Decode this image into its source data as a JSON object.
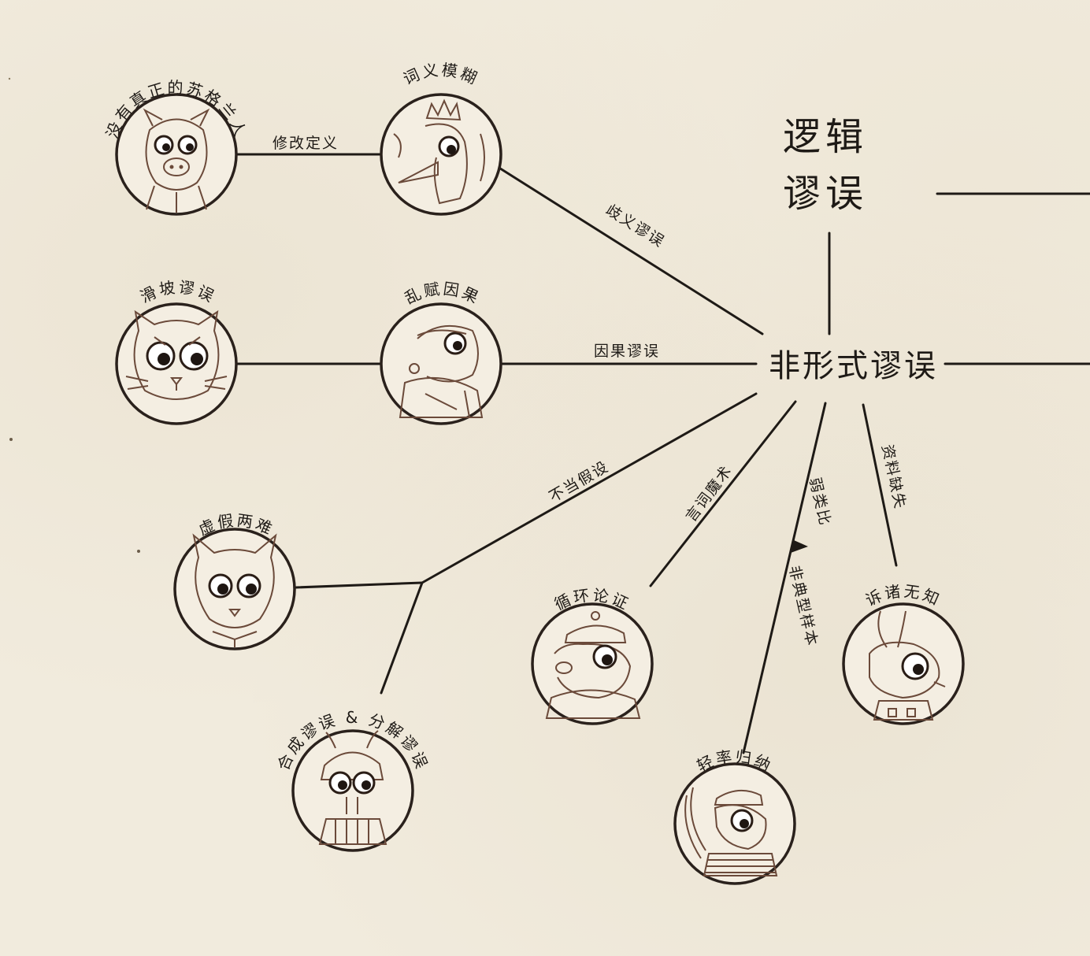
{
  "title_lines": [
    "逻辑",
    "谬误"
  ],
  "center_label": "非形式谬误",
  "nodes": {
    "no_true_scotsman": {
      "label": "没有真正的苏格兰人",
      "icon": "pig-portrait-icon"
    },
    "vagueness": {
      "label": "词义模糊",
      "icon": "crowned-bird-portrait-icon"
    },
    "slippery_slope": {
      "label": "滑坡谬误",
      "icon": "cat-portrait-icon"
    },
    "false_cause": {
      "label": "乱赋因果",
      "icon": "beaver-pilot-portrait-icon"
    },
    "false_dilemma": {
      "label": "虚假两难",
      "icon": "fox-portrait-icon"
    },
    "composition_division": {
      "label": "合成谬误 & 分解谬误",
      "icon": "ant-helmet-portrait-icon"
    },
    "circular_argument": {
      "label": "循环论证",
      "icon": "bear-cap-portrait-icon"
    },
    "hasty_generalization": {
      "label": "轻率归纳",
      "icon": "squirrel-portrait-icon"
    },
    "appeal_to_ignorance": {
      "label": "诉诸无知",
      "icon": "rabbit-portrait-icon"
    }
  },
  "edges": {
    "modify_definition": "修改定义",
    "ambiguity": "歧义谬误",
    "causal_fallacy": "因果谬误",
    "improper_assumption": "不当假设",
    "word_magic": "言词魔术",
    "weak_analogy": "弱类比",
    "atypical_sample": "非典型样本",
    "missing_data": "资料缺失"
  },
  "colors": {
    "ink": "#1e1a16",
    "sepia": "#6b4a3a",
    "paper": "#f1ebdd"
  }
}
